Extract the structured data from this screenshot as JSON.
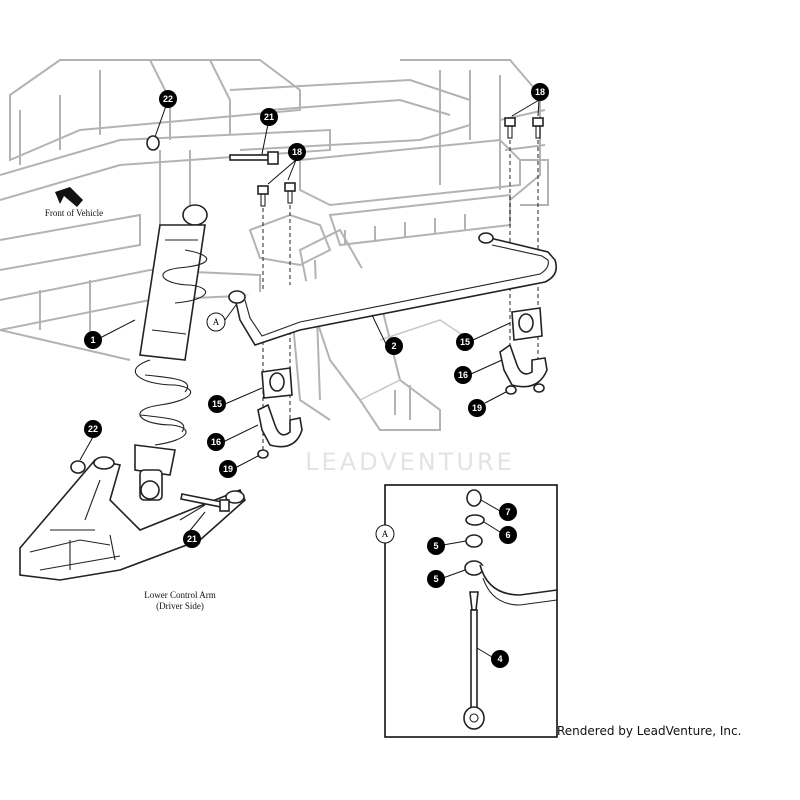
{
  "labels": {
    "front_of_vehicle": "Front of Vehicle",
    "lower_control_arm_line1": "Lower Control Arm",
    "lower_control_arm_line2": "(Driver Side)",
    "watermark": "LEADVENTURE",
    "credit": "Rendered by LeadVenture, Inc."
  },
  "callouts": {
    "c22_top": "22",
    "c21_top": "21",
    "c18_left": "18",
    "c18_right": "18",
    "c1": "1",
    "c2": "2",
    "c15_left": "15",
    "c15_right": "15",
    "c16_left": "16",
    "c16_right": "16",
    "c19_left": "19",
    "c19_right": "19",
    "c22_bottom": "22",
    "c21_bottom": "21",
    "c7": "7",
    "c6": "6",
    "c5_upper": "5",
    "c5_lower": "5",
    "c4": "4"
  },
  "references": {
    "detail_ref": "A",
    "detail_box_ref": "A"
  },
  "colors": {
    "callout_fill": "#000000",
    "frame_line": "#b3b3b3",
    "part_line": "#222222",
    "watermark": "#e3e3e3"
  }
}
